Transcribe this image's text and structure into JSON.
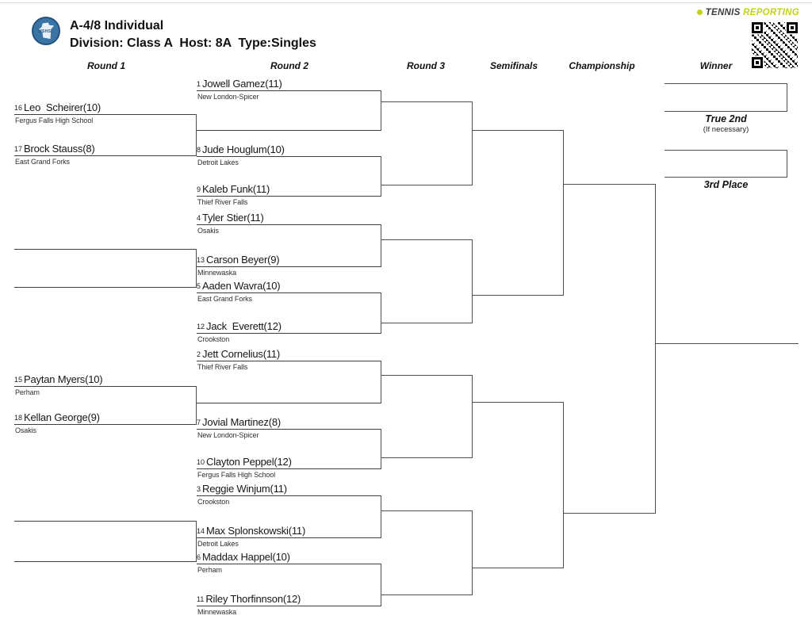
{
  "header": {
    "title1": "A-4/8 Individual",
    "title2": "Division: Class A  Host: 8A  Type:Singles",
    "logo_label": "MSHSL"
  },
  "brand": {
    "primary": "TENNIS",
    "secondary": "REPORTING",
    "accent_color": "#c3d117"
  },
  "cols": {
    "r1": "Round 1",
    "r2": "Round 2",
    "r3": "Round 3",
    "sf": "Semifinals",
    "ch": "Championship",
    "win": "Winner"
  },
  "placement": {
    "true2nd": "True 2nd",
    "ifnec": "(If necessary)",
    "third": "3rd Place"
  },
  "r1": [
    {
      "seed": "16",
      "name": "Leo  Scheirer(10)",
      "school": "Fergus Falls High School"
    },
    {
      "seed": "17",
      "name": "Brock Stauss(8)",
      "school": "East Grand Forks"
    },
    {
      "seed": "15",
      "name": "Paytan Myers(10)",
      "school": "Perham"
    },
    {
      "seed": "18",
      "name": "Kellan George(9)",
      "school": "Osakis"
    }
  ],
  "r2": [
    {
      "seed": "1",
      "name": "Jowell Gamez(11)",
      "school": "New London-Spicer"
    },
    {
      "seed": "8",
      "name": "Jude Houglum(10)",
      "school": "Detroit Lakes"
    },
    {
      "seed": "9",
      "name": "Kaleb Funk(11)",
      "school": "Thief River Falls"
    },
    {
      "seed": "4",
      "name": "Tyler Stier(11)",
      "school": "Osakis"
    },
    {
      "seed": "13",
      "name": "Carson Beyer(9)",
      "school": "Minnewaska"
    },
    {
      "seed": "5",
      "name": "Aaden Wavra(10)",
      "school": "East Grand Forks"
    },
    {
      "seed": "12",
      "name": "Jack  Everett(12)",
      "school": "Crookston"
    },
    {
      "seed": "2",
      "name": "Jett Cornelius(11)",
      "school": "Thief River Falls"
    },
    {
      "seed": "7",
      "name": "Jovial Martinez(8)",
      "school": "New London-Spicer"
    },
    {
      "seed": "10",
      "name": "Clayton Peppel(12)",
      "school": "Fergus Falls High School"
    },
    {
      "seed": "3",
      "name": "Reggie Winjum(11)",
      "school": "Crookston"
    },
    {
      "seed": "14",
      "name": "Max Splonskowski(11)",
      "school": "Detroit Lakes"
    },
    {
      "seed": "6",
      "name": "Maddax Happel(10)",
      "school": "Perham"
    },
    {
      "seed": "11",
      "name": "Riley Thorfinnson(12)",
      "school": "Minnewaska"
    }
  ]
}
